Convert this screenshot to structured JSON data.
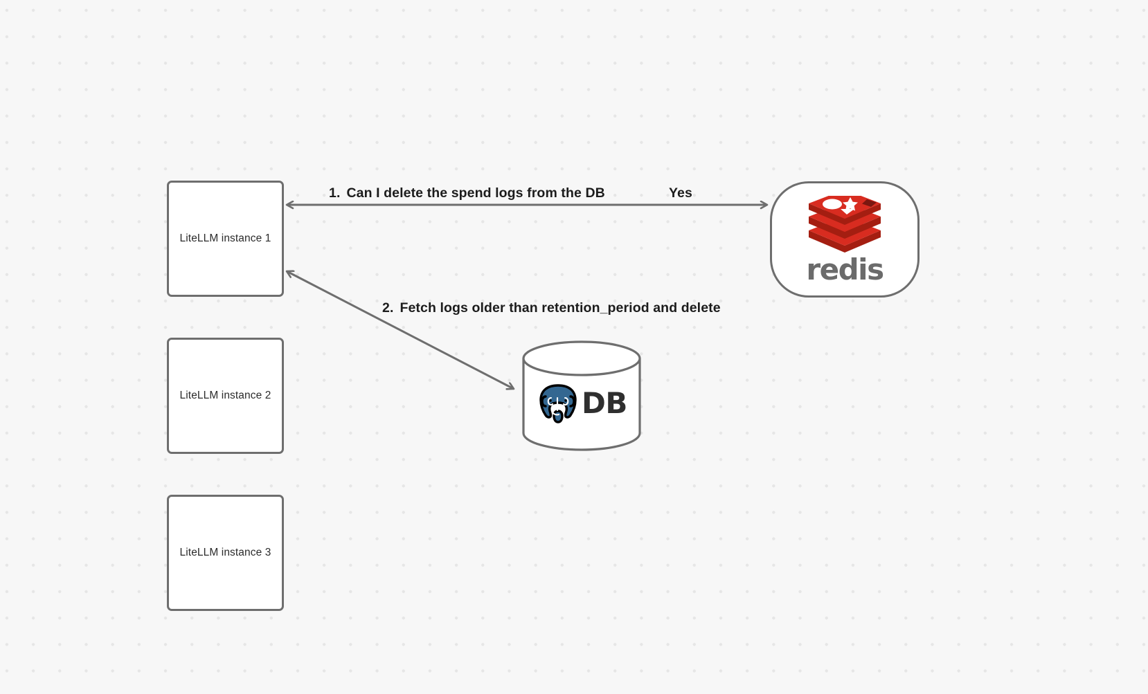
{
  "canvas": {
    "background_color": "#f7f7f7",
    "dot_color": "#e6e6e6"
  },
  "nodes": {
    "instances": [
      {
        "id": "litellm-1",
        "label": "LiteLLM instance 1"
      },
      {
        "id": "litellm-2",
        "label": "LiteLLM instance 2"
      },
      {
        "id": "litellm-3",
        "label": "LiteLLM instance 3"
      }
    ],
    "redis": {
      "id": "redis",
      "wordmark": "redis",
      "logo_color": "#d82c20",
      "logo_color_dark": "#a41e11",
      "wordmark_color": "#6b6b6b"
    },
    "database": {
      "id": "postgres-db",
      "label": "DB",
      "logo_color": "#336791",
      "label_color": "#2f2f2f",
      "outline_color": "#6e6e6e"
    }
  },
  "edges": [
    {
      "id": "edge-1",
      "number": "1.",
      "label": "Can I delete the spend logs from the DB",
      "reply_label": "Yes",
      "from": "litellm-1",
      "to": "redis",
      "direction": "bidirectional"
    },
    {
      "id": "edge-2",
      "number": "2.",
      "label": "Fetch logs older than retention_period and delete",
      "from": "litellm-1",
      "to": "postgres-db",
      "direction": "bidirectional"
    }
  ]
}
